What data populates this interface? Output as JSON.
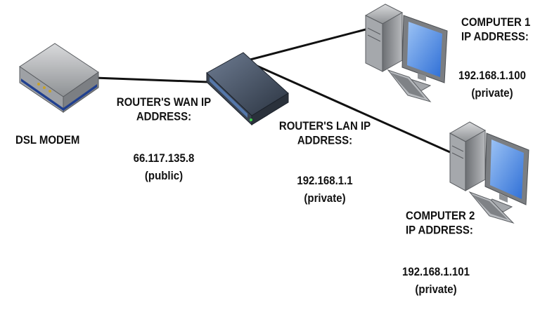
{
  "modem": {
    "label": "DSL MODEM"
  },
  "router": {
    "wan_label_1": "ROUTER'S WAN IP",
    "wan_label_2": "ADDRESS:",
    "wan_ip": "66.117.135.8",
    "wan_type": "(public)",
    "lan_label_1": "ROUTER'S LAN IP",
    "lan_label_2": "ADDRESS:",
    "lan_ip": "192.168.1.1",
    "lan_type": "(private)"
  },
  "computer1": {
    "title": "COMPUTER 1",
    "label": "IP ADDRESS:",
    "ip": "192.168.1.100",
    "type": "(private)"
  },
  "computer2": {
    "title": "COMPUTER 2",
    "label": "IP ADDRESS:",
    "ip": "192.168.1.101",
    "type": "(private)"
  },
  "colors": {
    "device_body": "#8c8f93",
    "accent_blue": "#1f3f8f",
    "screen_blue": "#2f6fd6",
    "link_line": "#111111"
  }
}
